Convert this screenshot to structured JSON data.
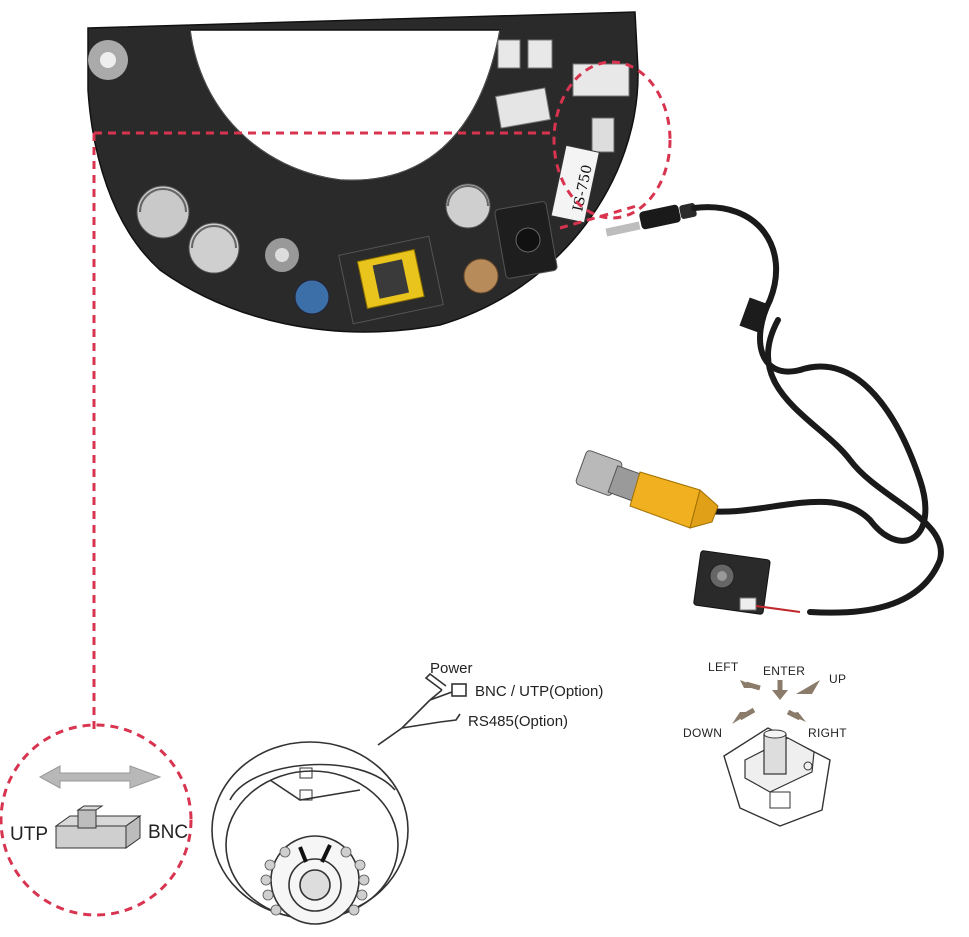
{
  "pcb": {
    "chip_label": "IS-750"
  },
  "cable_legend": {
    "power": "Power",
    "bnc_utp": "BNC / UTP(Option)",
    "rs485": "RS485(Option)"
  },
  "joystick": {
    "left": "LEFT",
    "enter": "ENTER",
    "up": "UP",
    "down": "DOWN",
    "right": "RIGHT"
  },
  "switch": {
    "utp": "UTP",
    "bnc": "BNC"
  },
  "colors": {
    "callout_dash": "#d8344f",
    "pcb": "#2a2a2a",
    "bnc_yellow": "#f0b020",
    "cable": "#1a1a1a"
  }
}
